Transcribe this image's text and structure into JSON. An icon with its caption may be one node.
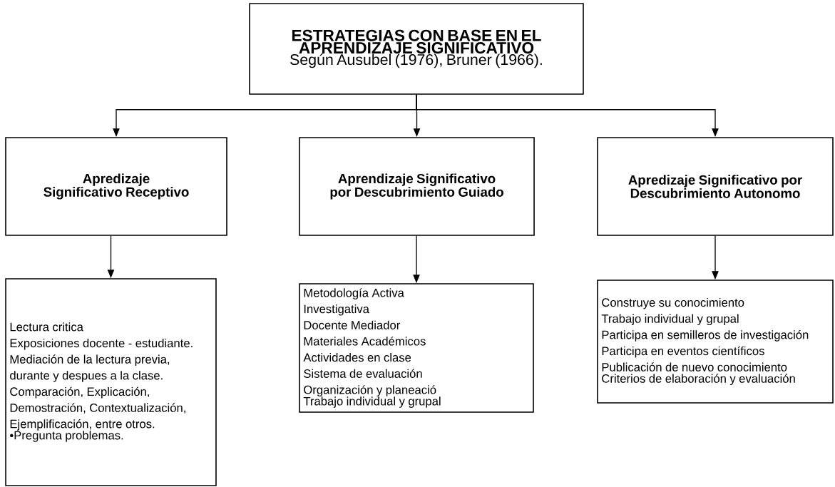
{
  "diagram": {
    "nodes": [
      {
        "text": [
          "ESTRATEGIAS CON BASE EN EL APRENDIZAJE SIGNIFICATIVO",
          "Según Ausubel (1976), Bruner (1966)."
        ]
      },
      {
        "text": [
          "Apredizaje Significativo Receptivo"
        ]
      },
      {
        "text": [
          "Aprendizaje Significativo por Descubrimiento Guiado"
        ]
      },
      {
        "text": [
          "Apredizaje Significativo por Descubrimiento Autonomo"
        ]
      },
      {
        "text": [
          "Lectura critica",
          "Exposiciones docente - estudiante.",
          "Mediación de la lectura previa, durante y despues a la clase.",
          "Comparación, Explicación, Demostración, Contextualización, Ejemplificación, entre otros.",
          "•Pregunta problemas."
        ]
      },
      {
        "text": [
          "Metodología Activa",
          "Investigativa",
          "Docente Mediador",
          "Materiales Académicos",
          "Actividades en clase",
          "Sistema de evaluación",
          "Organización y planeació",
          "Trabajo individual y grupal"
        ]
      },
      {
        "text": [
          "Construye su conocimiento",
          "Trabajo individual y grupal",
          "Participa en semilleros de investigación",
          "Participa en eventos científicos",
          "Publicación de nuevo conocimiento",
          "Criterios de elaboración y evaluación"
        ]
      }
    ],
    "edges": [
      {
        "from": 0,
        "to": 1,
        "arrow": "to"
      },
      {
        "from": 0,
        "to": 2,
        "arrow": "to"
      },
      {
        "from": 0,
        "to": 3,
        "arrow": "to"
      },
      {
        "from": 1,
        "to": 4,
        "arrow": "to"
      },
      {
        "from": 2,
        "to": 5,
        "arrow": "to"
      },
      {
        "from": 3,
        "to": 6,
        "arrow": "to"
      }
    ]
  }
}
